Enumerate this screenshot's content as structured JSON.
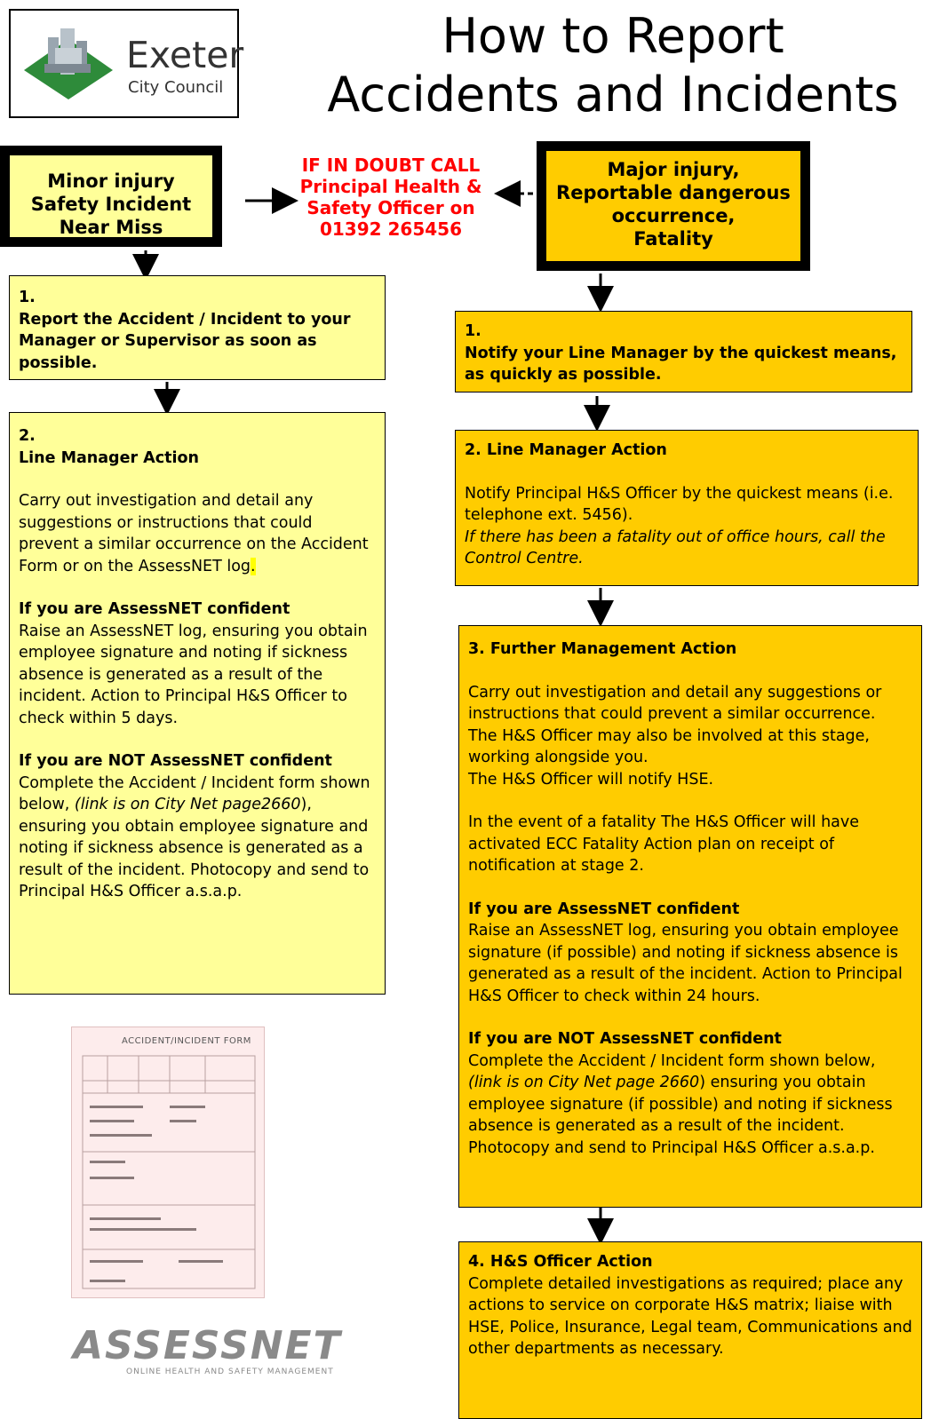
{
  "logo": {
    "word1": "Exeter",
    "word2": "City Council"
  },
  "title": {
    "line1": "How to Report",
    "line2": "Accidents and Incidents"
  },
  "minor_box": {
    "line1": "Minor injury",
    "line2": "Safety Incident",
    "line3": "Near Miss"
  },
  "major_box": {
    "line1": "Major injury,",
    "line2": "Reportable dangerous",
    "line3": "occurrence,",
    "line4": "Fatality"
  },
  "doubt": {
    "line1": "IF IN DOUBT CALL",
    "line2": "Principal Health &",
    "line3": "Safety Officer on",
    "line4": "01392 265456"
  },
  "left": {
    "step1": {
      "num": "1.",
      "text": "Report the Accident / Incident to your Manager or Supervisor as soon as possible."
    },
    "step2": {
      "num": "2.",
      "heading": "Line Manager Action",
      "para1": "Carry out investigation and detail any suggestions or instructions that could prevent a similar occurrence on the Accident Form or on the AssessNET log",
      "para1_end": ".",
      "confident_heading": "If you are AssessNET confident",
      "confident_text": "Raise an AssessNET log, ensuring you obtain employee signature and noting if sickness absence is generated as a result of the incident.  Action to Principal H&S Officer to check within 5 days.",
      "not_confident_heading": "If you are NOT AssessNET confident",
      "not_confident_text1": "Complete the Accident / Incident form shown below, ",
      "not_confident_link": "(link is on City Net page2660",
      "not_confident_text2": "), ensuring you obtain employee signature and noting if sickness absence is generated as a result of the incident.  Photocopy and send to Principal H&S Officer a.s.a.p."
    }
  },
  "right": {
    "step1": {
      "num": "1.",
      "text": "Notify your Line Manager by the quickest means, as quickly as possible."
    },
    "step2": {
      "heading": "2.  Line Manager Action",
      "text": "Notify Principal H&S Officer by the quickest means (i.e. telephone ext. 5456).",
      "italic": "If there has been a fatality out of office hours, call the Control Centre."
    },
    "step3": {
      "heading": "3.  Further Management Action",
      "para1": "Carry out investigation and detail any suggestions or instructions that could prevent a similar occurrence.",
      "para2": "The H&S Officer may also be involved at this stage, working alongside you.",
      "para3": "The H&S Officer will notify HSE.",
      "para4": "In the event of a fatality The H&S Officer will have activated ECC Fatality Action plan on receipt of notification at stage 2.",
      "confident_heading": "If you are AssessNET confident",
      "confident_text": "Raise an AssessNET log, ensuring you obtain employee signature (if possible) and noting if sickness absence is generated as a result of the incident.  Action to Principal H&S Officer to check within 24 hours.",
      "not_confident_heading": "If you are NOT AssessNET confident",
      "not_confident_text1": "Complete the Accident / Incident form shown below, ",
      "not_confident_link": "(link is on City Net page 2660",
      "not_confident_text2": ") ensuring you obtain employee signature (if possible) and noting if sickness absence is generated as a result of the incident. Photocopy and send to Principal H&S Officer a.s.a.p."
    },
    "step4": {
      "heading": "4. H&S Officer Action",
      "text": "Complete detailed investigations as required; place any actions to service on corporate H&S matrix; liaise with HSE, Police, Insurance, Legal team, Communications and other departments as necessary."
    }
  },
  "form_image": {
    "title": "ACCIDENT/INCIDENT FORM"
  },
  "assessnet_logo": {
    "brand": "ASSESSNET",
    "tagline": "ONLINE HEALTH AND SAFETY MANAGEMENT"
  },
  "colors": {
    "light_yellow": "#ffff99",
    "orange": "#ffcc00",
    "red": "#ff0000",
    "logo_green": "#2e8b3a"
  },
  "icons": [
    "building-logo-icon",
    "arrow-right-icon",
    "arrow-left-dashed-icon",
    "arrow-down-icon"
  ]
}
